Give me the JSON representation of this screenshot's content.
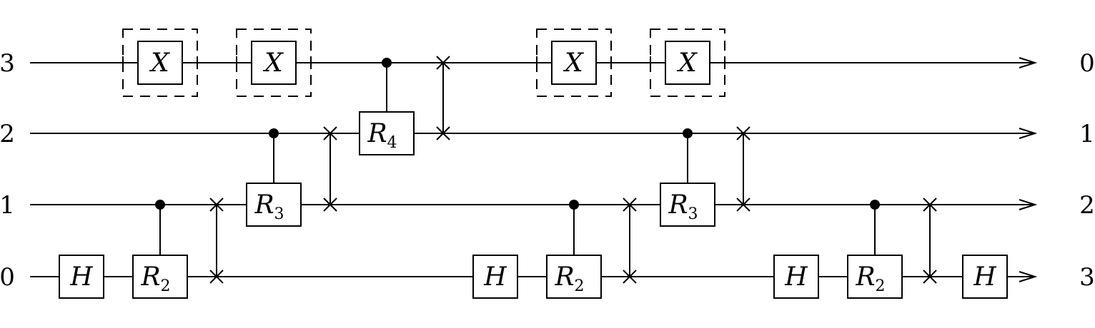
{
  "input_labels": [
    "3",
    "2",
    "1",
    "0"
  ],
  "output_labels": [
    "0",
    "1",
    "2",
    "3"
  ],
  "gates": [
    {
      "wire": 0,
      "label": "X",
      "sub": "",
      "dashed": true
    },
    {
      "wire": 0,
      "label": "X",
      "sub": "",
      "dashed": true
    },
    {
      "wire": 0,
      "label": "X",
      "sub": "",
      "dashed": true
    },
    {
      "wire": 0,
      "label": "X",
      "sub": "",
      "dashed": true
    },
    {
      "wire": 1,
      "label": "R",
      "sub": "4",
      "control": 0
    },
    {
      "wire": 2,
      "label": "R",
      "sub": "3",
      "control": 1
    },
    {
      "wire": 2,
      "label": "R",
      "sub": "3",
      "control": 1
    },
    {
      "wire": 3,
      "label": "H",
      "sub": ""
    },
    {
      "wire": 3,
      "label": "R",
      "sub": "2",
      "control": 2
    },
    {
      "wire": 3,
      "label": "H",
      "sub": ""
    },
    {
      "wire": 3,
      "label": "R",
      "sub": "2",
      "control": 2
    },
    {
      "wire": 3,
      "label": "H",
      "sub": ""
    },
    {
      "wire": 3,
      "label": "R",
      "sub": "2",
      "control": 2
    },
    {
      "wire": 3,
      "label": "H",
      "sub": ""
    }
  ],
  "swaps": [
    {
      "wires": [
        2,
        3
      ]
    },
    {
      "wires": [
        1,
        2
      ]
    },
    {
      "wires": [
        0,
        1
      ]
    },
    {
      "wires": [
        2,
        3
      ]
    },
    {
      "wires": [
        1,
        2
      ]
    },
    {
      "wires": [
        2,
        3
      ]
    }
  ]
}
